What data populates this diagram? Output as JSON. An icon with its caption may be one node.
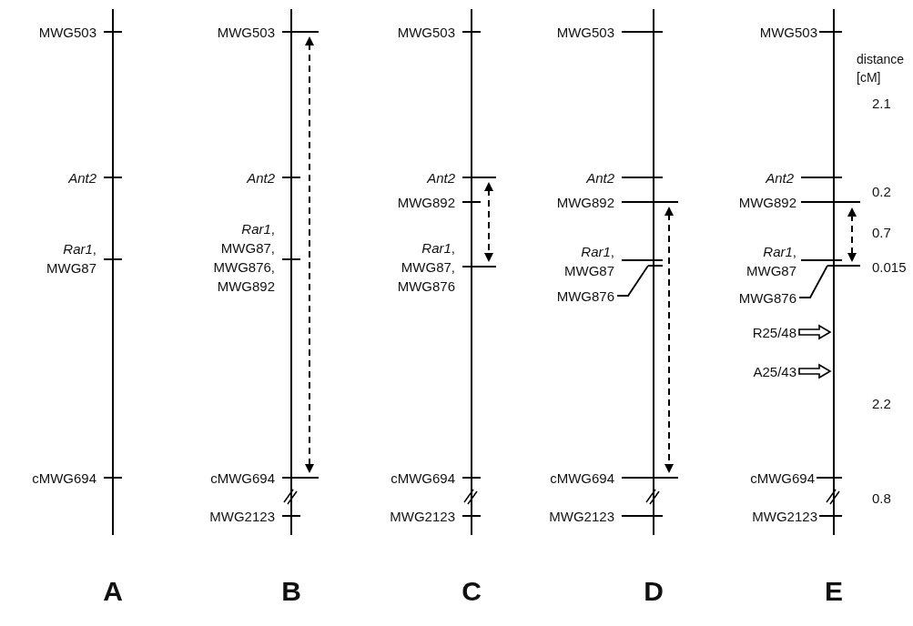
{
  "diagram": {
    "nodes": [
      {
        "text": [
          "MWG876"
        ]
      },
      {
        "text": [
          "MWG876"
        ]
      },
      {
        "text": [
          "R25/48"
        ]
      },
      {
        "text": [
          "A25/43"
        ]
      }
    ],
    "edges": [
      {
        "from": 0,
        "to": null,
        "arrow": "none"
      },
      {
        "from": 1,
        "to": null,
        "arrow": "none"
      },
      {
        "from": 2,
        "to": null,
        "arrow": "to",
        "style": "thick"
      },
      {
        "from": 3,
        "to": null,
        "arrow": "to",
        "style": "thick"
      }
    ],
    "labels": [
      "MWG503",
      "Ant2",
      "*Rar1*, MWG87",
      "cMWG694",
      "MWG503",
      "Ant2",
      "*Rar1*, MWG87, MWG876, MWG892",
      "cMWG694",
      "MWG2123",
      "MWG503",
      "Ant2",
      "MWG892",
      "*Rar1*, MWG87, MWG876",
      "cMWG694",
      "MWG2123",
      "MWG503",
      "Ant2",
      "MWG892",
      "*Rar1*, MWG87",
      "cMWG694",
      "MWG2123",
      "MWG503",
      "Ant2",
      "MWG892",
      "*Rar1*, MWG87",
      "cMWG694",
      "MWG2123",
      "distance [cM]",
      "2.1",
      "0.2",
      "0.7",
      "0.015",
      "2.2",
      "0.8",
      "A",
      "B",
      "C",
      "D",
      "E"
    ]
  }
}
